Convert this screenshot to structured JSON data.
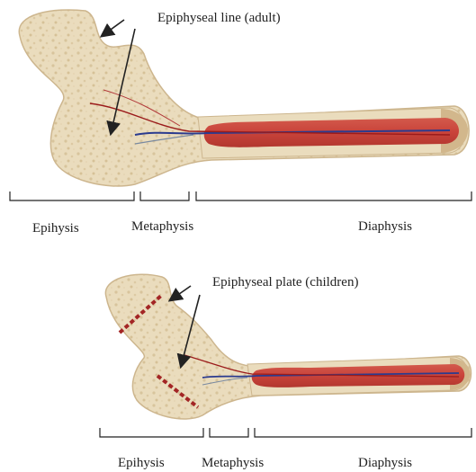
{
  "top": {
    "callout": "Epiphyseal line (adult)",
    "regions": [
      "Epihysis",
      "Metaphysis",
      "Diaphysis"
    ]
  },
  "bottom": {
    "callout": "Epiphyseal plate (children)",
    "regions": [
      "Epihysis",
      "Metaphysis",
      "Diaphysis"
    ]
  },
  "colors": {
    "bone": "#eadcbd",
    "bone_edge": "#cdb68e",
    "marrow": "#cf4a3e",
    "marrow_dark": "#a92f2a",
    "vessel_blue": "#2b3b8f",
    "vessel_red": "#9b1b1b",
    "plate": "#a32525"
  }
}
